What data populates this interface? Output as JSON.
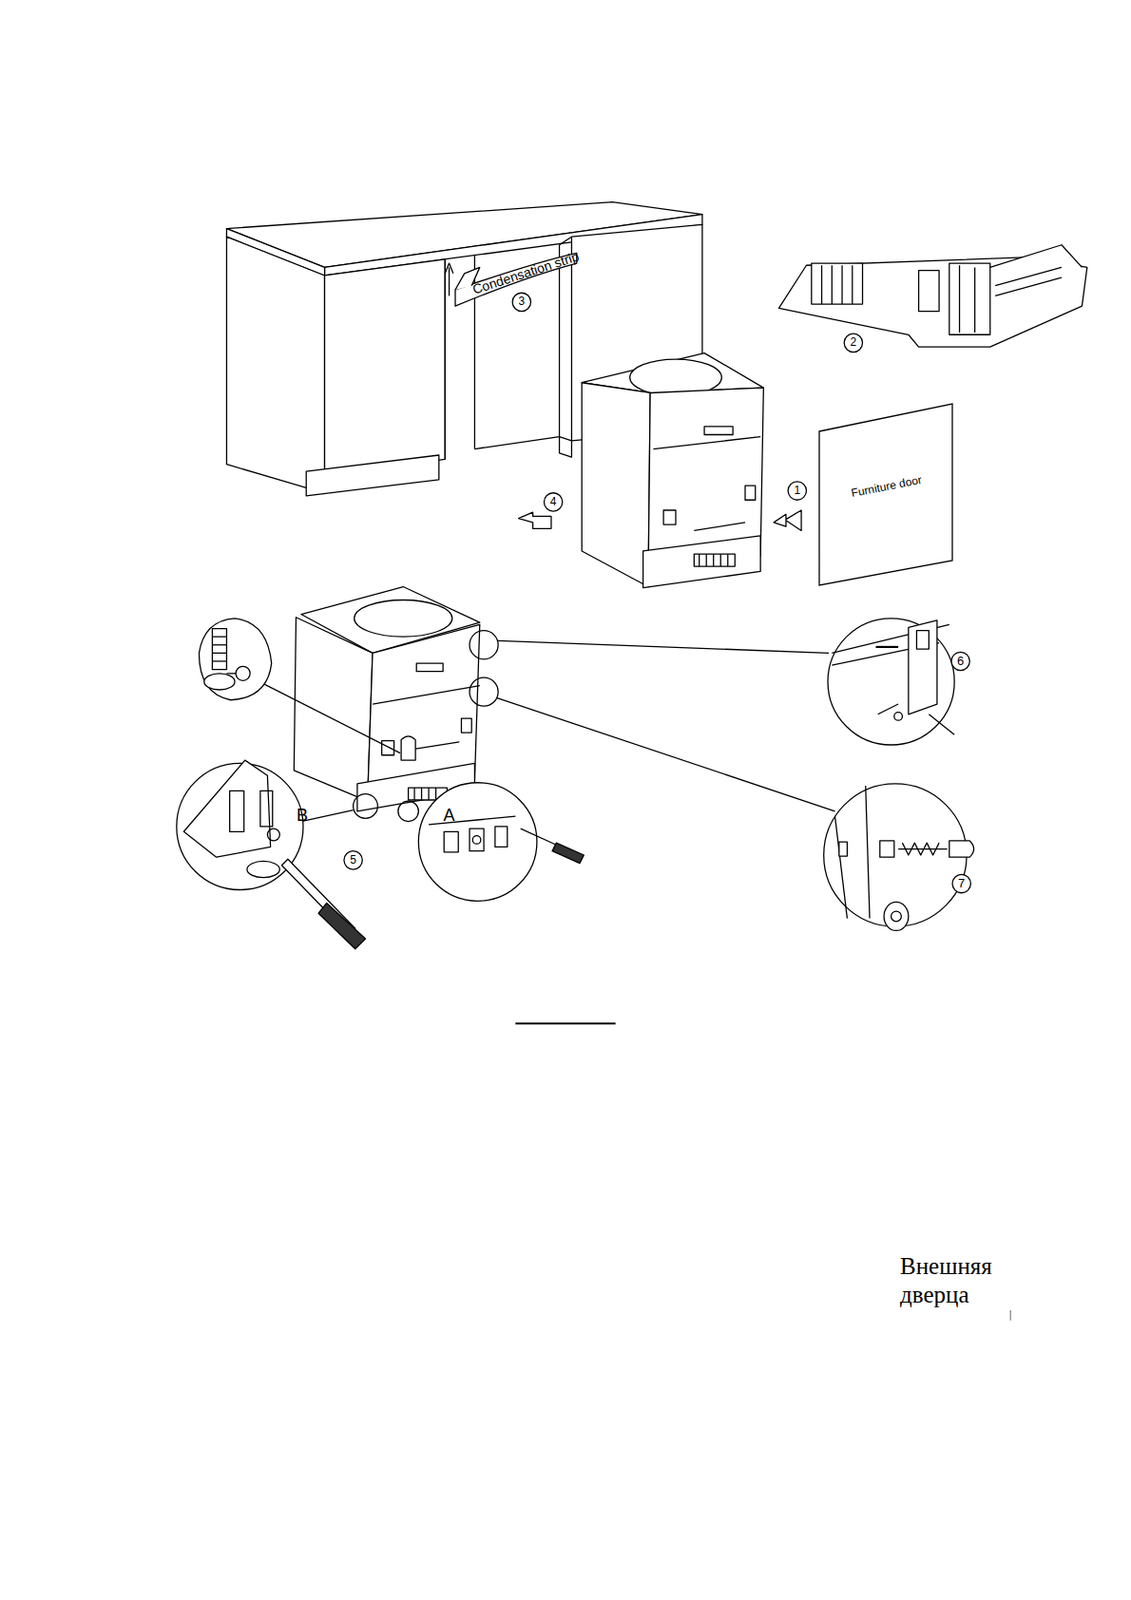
{
  "diagram": {
    "nodes": [
      {
        "text": [
          "Furniture door"
        ]
      }
    ],
    "labels": [
      "Condensation strip",
      "3",
      "2",
      "4",
      "1",
      "6",
      "7",
      "5",
      "B",
      "A",
      "Внешняя дверца"
    ]
  }
}
